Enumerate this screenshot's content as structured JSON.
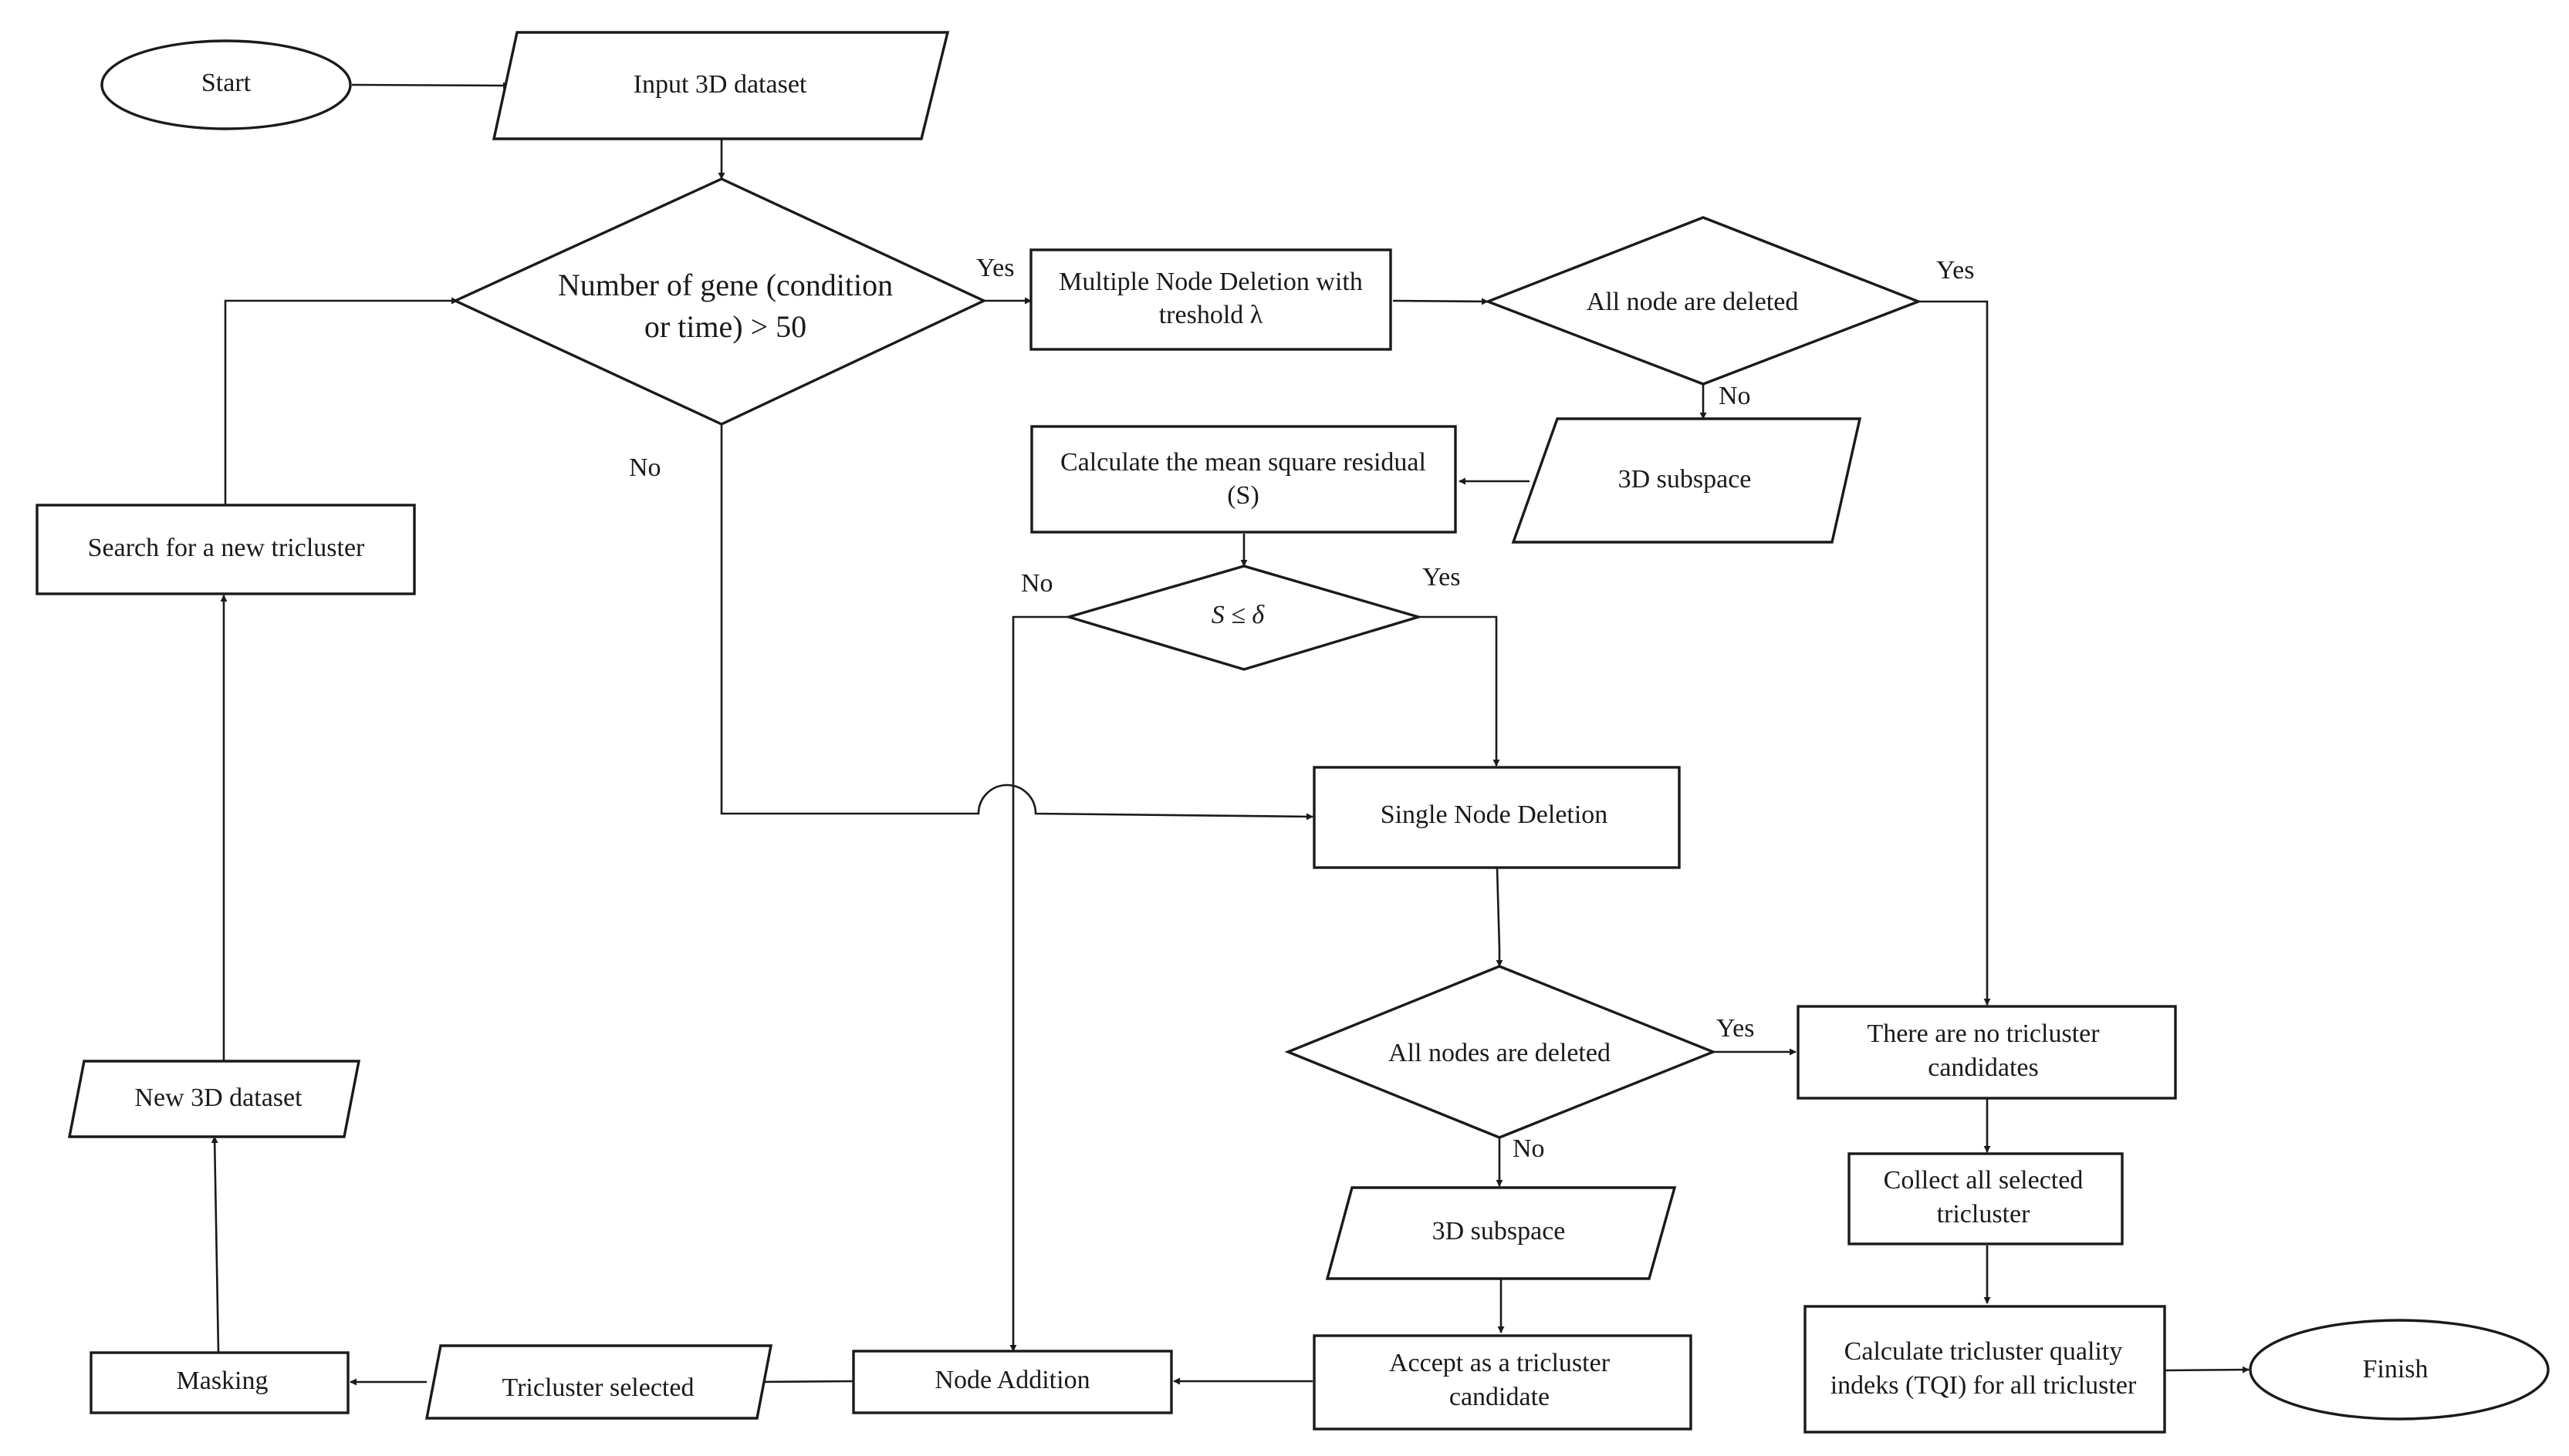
{
  "nodes": {
    "start": "Start",
    "input": "Input 3D dataset",
    "decision_gene": [
      "Number of gene (condition",
      "or time) > 50"
    ],
    "multiple_deletion": [
      "Multiple Node Deletion with",
      "treshold λ"
    ],
    "all_node_deleted": "All node are deleted",
    "subspace_top": "3D subspace",
    "msr": [
      "Calculate the mean square residual",
      "(S)"
    ],
    "s_delta": "S ≤ δ",
    "single_deletion": "Single Node Deletion",
    "all_nodes_deleted": "All nodes are deleted",
    "subspace_bottom": "3D subspace",
    "accept": [
      "Accept as a tricluster",
      "candidate"
    ],
    "no_candidates": [
      "There are no tricluster",
      "candidates"
    ],
    "collect": [
      "Collect all selected",
      "tricluster"
    ],
    "tqi": [
      "Calculate tricluster quality",
      "indeks (TQI) for all tricluster"
    ],
    "finish": "Finish",
    "node_addition": "Node Addition",
    "tricluster_selected": "Tricluster selected",
    "masking": "Masking",
    "new_dataset": "New 3D dataset",
    "search": "Search for a new tricluster"
  },
  "edge_labels": {
    "gene_yes": "Yes",
    "gene_no": "No",
    "all_node_yes": "Yes",
    "all_node_no": "No",
    "s_no": "No",
    "s_yes": "Yes",
    "all_nodes_yes": "Yes",
    "all_nodes_no": "No"
  }
}
